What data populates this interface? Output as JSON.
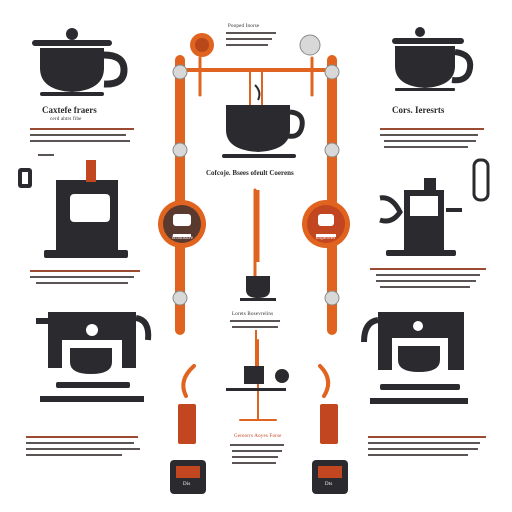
{
  "colors": {
    "accent": "#e0631f",
    "accent_dark": "#b8471a",
    "ink": "#2b2a2e",
    "background": "#ffffff"
  },
  "panels": {
    "top_left_title": "Caxtefe fraers",
    "top_left_subtitle": "cerd  ahtrs  fibe",
    "top_right_title": "Cors. Ieresrts",
    "top_center_caption": "Pooped Inorse",
    "center_caption": "Cofcoje. Bsees ofeult Coerens",
    "middle_center_caption": "Lorets Bosevrelins",
    "lower_center_caption": "Gereorrs Aoyes Forse",
    "left_label_tag": "Dis",
    "right_label_tag": "Dts",
    "center_badge_left": "Bramsure",
    "center_badge_right": "Esperees"
  },
  "icons": [
    "kettle-icon",
    "coffee-cup-icon",
    "coffee-maker-icon",
    "espresso-machine-icon",
    "pour-over-icon",
    "grinder-icon",
    "coffee-bag-icon"
  ]
}
